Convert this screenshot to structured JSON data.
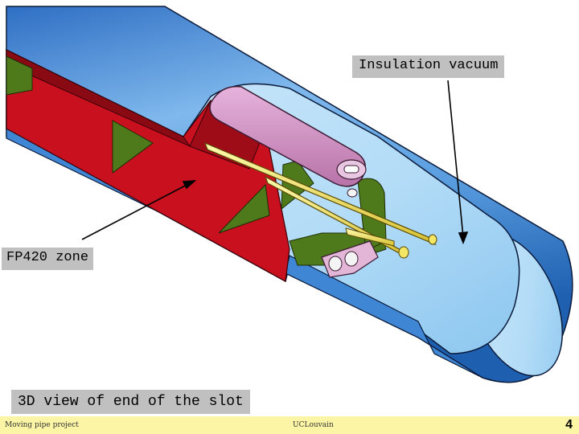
{
  "labels": {
    "insulation_vacuum": "Insulation vacuum",
    "fp420_zone": "FP420 zone",
    "caption": "3D view of end of the slot"
  },
  "footer": {
    "left": "Moving pipe project",
    "center": "UCLouvain",
    "page": "4"
  },
  "colors": {
    "pipe_blue": "#4a8fd8",
    "pipe_light": "#b8ddf6",
    "red_zone": "#c8101e",
    "green_section": "#4f7a1c",
    "pink_box": "#d58ec4",
    "yellow_rod": "#f2e24a",
    "label_bg": "#c0c0c0",
    "footer_bg": "#fdf5a6"
  }
}
